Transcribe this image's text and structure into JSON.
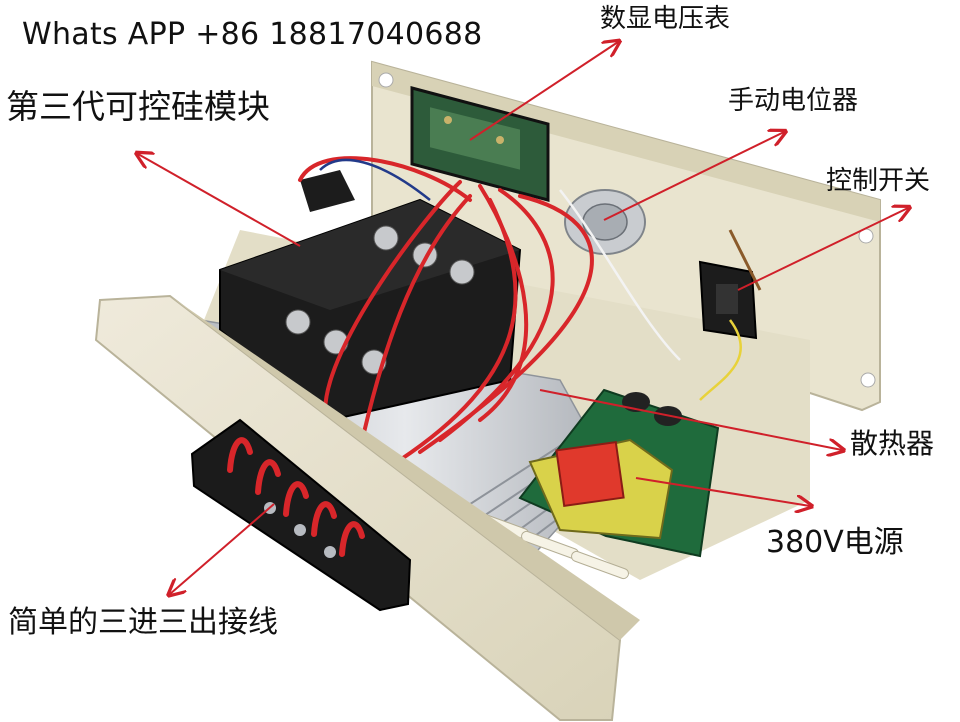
{
  "contact": "Whats APP +86 18817040688",
  "labels": {
    "thyristor_module": "第三代可控硅模块",
    "digital_voltmeter": "数显电压表",
    "manual_potentiometer": "手动电位器",
    "control_switch": "控制开关",
    "heatsink": "散热器",
    "power_supply": "380V电源",
    "terminal_block": "简单的三进三出接线"
  },
  "colors": {
    "arrow": "#d0202a",
    "enclosure": "#e6e1c8",
    "module": "#1c1c1c",
    "wire_red": "#d8262a",
    "pcb": "#1f6b3c",
    "heatsink": "#c9ccd0",
    "transformer_coil": "#e0392c"
  }
}
